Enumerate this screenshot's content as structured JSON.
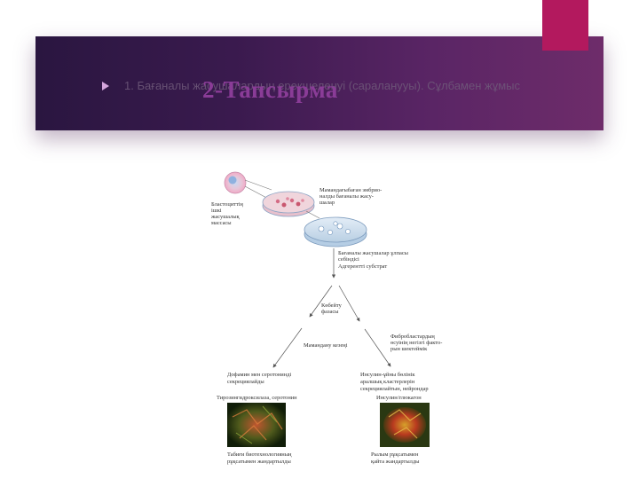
{
  "slide": {
    "title": "2-Тапсырма",
    "text": "1. Бағаналы жасушалардың ерекшеленуі (сараланууы). Сұлбамен жұмыс"
  },
  "diagram": {
    "blastocyst_label": [
      "Бластоциттің",
      "ішкі",
      "жасушалық",
      "массасы"
    ],
    "culture_label": [
      "Мамандағыбаған эмбрио-",
      "налды бағаналы жасу-",
      "шалар"
    ],
    "growth_label": [
      "Бағаналы жасушалар ұлпасы",
      "себіндісі",
      "Адгерентті субстрат"
    ],
    "expansion_label": [
      "Көбейту",
      "фазасы"
    ],
    "specialization_label": "Мамандану кезеңі",
    "fibroblast_label": [
      "Фибробластардың",
      "өсуінің негізгі факто-",
      "рын шектеймік"
    ],
    "left_branch_label": [
      "Дофамин мен серотонинді",
      "секрециялайды"
    ],
    "right_branch_label": [
      "Инсулин-ұйны бөлінік",
      "аралшық кластерлерін",
      "секрециялайтын, нейрондар"
    ],
    "left_image_caption": "Тирозингидроксилаза, серотонин",
    "right_image_caption": "Инсулин/глюкагон",
    "left_bottom_label": [
      "Табиғи биотехнологияның",
      "рұқсатымен жандартылды"
    ],
    "right_bottom_label": [
      "Рылым рұқсатымен",
      "қайта жандартылды"
    ],
    "colors": {
      "accent": "#b3195e",
      "title": "#8a3c97",
      "banner": "#3a1a4e"
    }
  }
}
